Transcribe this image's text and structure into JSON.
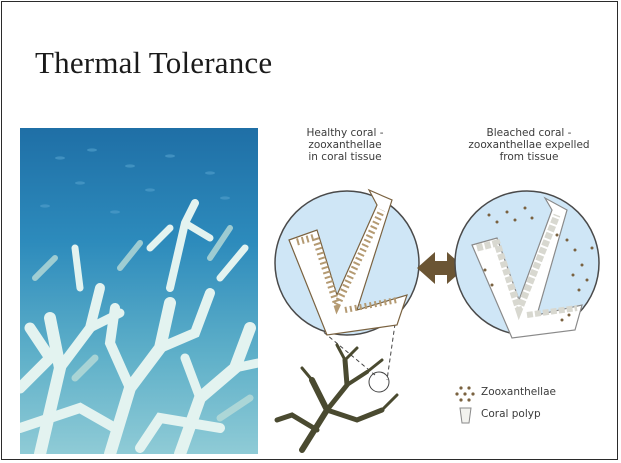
{
  "slide": {
    "title": "Thermal Tolerance"
  },
  "diagram": {
    "healthy_caption": "Healthy coral -\nzooxanthellae\nin coral tissue",
    "bleached_caption": "Bleached coral -\nzooxanthellae expelled\nfrom tissue",
    "legend": [
      {
        "icon": "zooxanthellae-dots-icon",
        "label": "Zooxanthellae"
      },
      {
        "icon": "coral-polyp-icon",
        "label": "Coral polyp"
      }
    ]
  },
  "colors": {
    "circle_fill": "#cfe6f6",
    "circle_stroke": "#4a4a4a",
    "arrow": "#6b5534",
    "branch": "#4a4a30",
    "zooxanthellae": "#7a6240",
    "water_top": "#1f6fa6",
    "water_bottom": "#7fc4d4",
    "bleached_coral": "#e9f5f3"
  }
}
